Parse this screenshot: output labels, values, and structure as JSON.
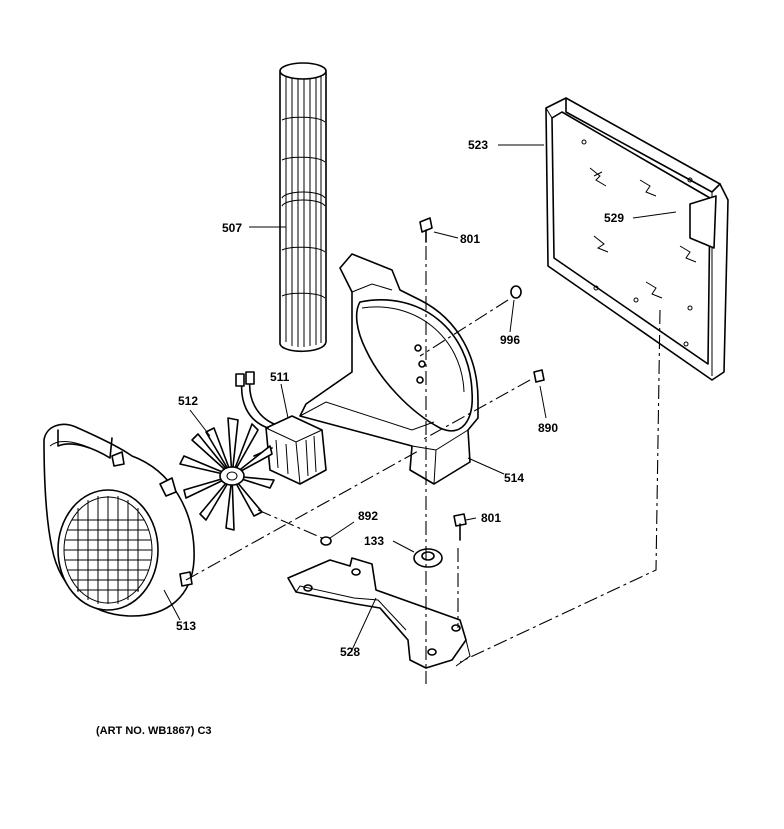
{
  "diagram": {
    "parts": {
      "p507": "507",
      "p523": "523",
      "p529": "529",
      "p801a": "801",
      "p996": "996",
      "p890": "890",
      "p511": "511",
      "p512": "512",
      "p514": "514",
      "p892": "892",
      "p801b": "801",
      "p133": "133",
      "p513": "513",
      "p528": "528"
    },
    "art_number": "(ART NO. WB1867) C3"
  }
}
